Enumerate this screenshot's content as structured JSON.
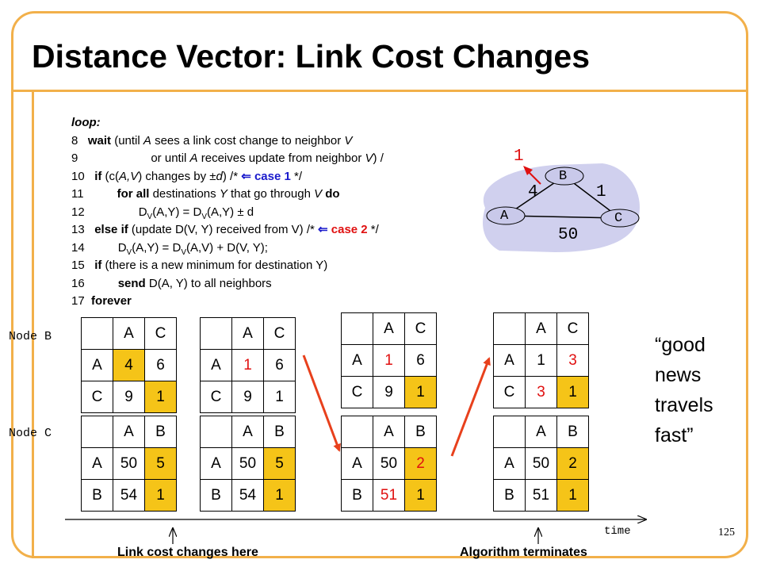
{
  "title": "Distance Vector: Link Cost Changes",
  "code": {
    "loop": "loop:",
    "l8": {
      "num": "8",
      "kw": "wait",
      "rest": " (until ",
      "a": "A",
      "rest2": " sees a link cost change to neighbor ",
      "v": "V"
    },
    "l9": {
      "num": "9",
      "rest": "or until ",
      "a": "A",
      "rest2": " receives update from neighbor ",
      "v": "V",
      "rest3": ") /"
    },
    "l10": {
      "num": "10",
      "kw": "if",
      "rest": " (c(",
      "av": "A,V",
      "rest2": ") changes by ±",
      "d": "d",
      "rest3": ")  /* ",
      "arrow": "⇐",
      "case": " case 1",
      "end": " */"
    },
    "l11": {
      "num": "11",
      "kw": "for all",
      "rest": " destinations ",
      "y": "Y",
      "rest2": " that go through ",
      "v": "V",
      "kw2": " do"
    },
    "l12": {
      "num": "12",
      "text": "D",
      "sub": "V",
      "rest": "(A,Y) =  D",
      "sub2": "V",
      "rest2": "(A,Y) ± d"
    },
    "l13": {
      "num": "13",
      "kw": "else if",
      "rest": " (update D(V, Y) received from V) /* ",
      "arrow": "⇐",
      "case": " case 2",
      "end": " */"
    },
    "l14": {
      "num": "14",
      "text": "D",
      "sub": "V",
      "rest": "(A,Y) = D",
      "sub2": "V",
      "rest2": "(A,V) + D(V, Y);"
    },
    "l15": {
      "num": "15",
      "kw": "if",
      "rest": " (there is a new minimum for destination Y)"
    },
    "l16": {
      "num": "16",
      "kw": "send",
      "rest": " D(A, Y) to all neighbors"
    },
    "l17": {
      "num": "17",
      "kw": "forever"
    }
  },
  "graph": {
    "nodes": [
      "A",
      "B",
      "C"
    ],
    "edge_ab_new": "1",
    "edge_ab": "4",
    "edge_bc": "1",
    "edge_ac": "50"
  },
  "row_labels": {
    "node_b": "Node B",
    "node_c": "Node C"
  },
  "tables_b": [
    {
      "cols": [
        "A",
        "C"
      ],
      "rows": [
        {
          "h": "A",
          "v1": "4",
          "v2": "6"
        },
        {
          "h": "C",
          "v1": "9",
          "v2": "1"
        }
      ]
    },
    {
      "cols": [
        "A",
        "C"
      ],
      "rows": [
        {
          "h": "A",
          "v1": "1",
          "v2": "6"
        },
        {
          "h": "C",
          "v1": "9",
          "v2": "1"
        }
      ]
    },
    {
      "cols": [
        "A",
        "C"
      ],
      "rows": [
        {
          "h": "A",
          "v1": "1",
          "v2": "6"
        },
        {
          "h": "C",
          "v1": "9",
          "v2": "1"
        }
      ]
    },
    {
      "cols": [
        "A",
        "C"
      ],
      "rows": [
        {
          "h": "A",
          "v1": "1",
          "v2": "3"
        },
        {
          "h": "C",
          "v1": "3",
          "v2": "1"
        }
      ]
    }
  ],
  "tables_c": [
    {
      "cols": [
        "A",
        "B"
      ],
      "rows": [
        {
          "h": "A",
          "v1": "50",
          "v2": "5"
        },
        {
          "h": "B",
          "v1": "54",
          "v2": "1"
        }
      ]
    },
    {
      "cols": [
        "A",
        "B"
      ],
      "rows": [
        {
          "h": "A",
          "v1": "50",
          "v2": "5"
        },
        {
          "h": "B",
          "v1": "54",
          "v2": "1"
        }
      ]
    },
    {
      "cols": [
        "A",
        "B"
      ],
      "rows": [
        {
          "h": "A",
          "v1": "50",
          "v2": "2"
        },
        {
          "h": "B",
          "v1": "51",
          "v2": "1"
        }
      ]
    },
    {
      "cols": [
        "A",
        "B"
      ],
      "rows": [
        {
          "h": "A",
          "v1": "50",
          "v2": "2"
        },
        {
          "h": "B",
          "v1": "51",
          "v2": "1"
        }
      ]
    }
  ],
  "quote": {
    "l1": "“good",
    "l2": "news",
    "l3": "travels",
    "l4": "fast”"
  },
  "time_label": "time",
  "caption_left": "Link cost changes here",
  "caption_right": "Algorithm terminates",
  "page_number": "125",
  "colors": {
    "accent": "#f2b04a",
    "highlight": "#f5c418",
    "red": "#e01010",
    "blue": "#1a1acc",
    "node_fill": "#d0d0ee"
  }
}
